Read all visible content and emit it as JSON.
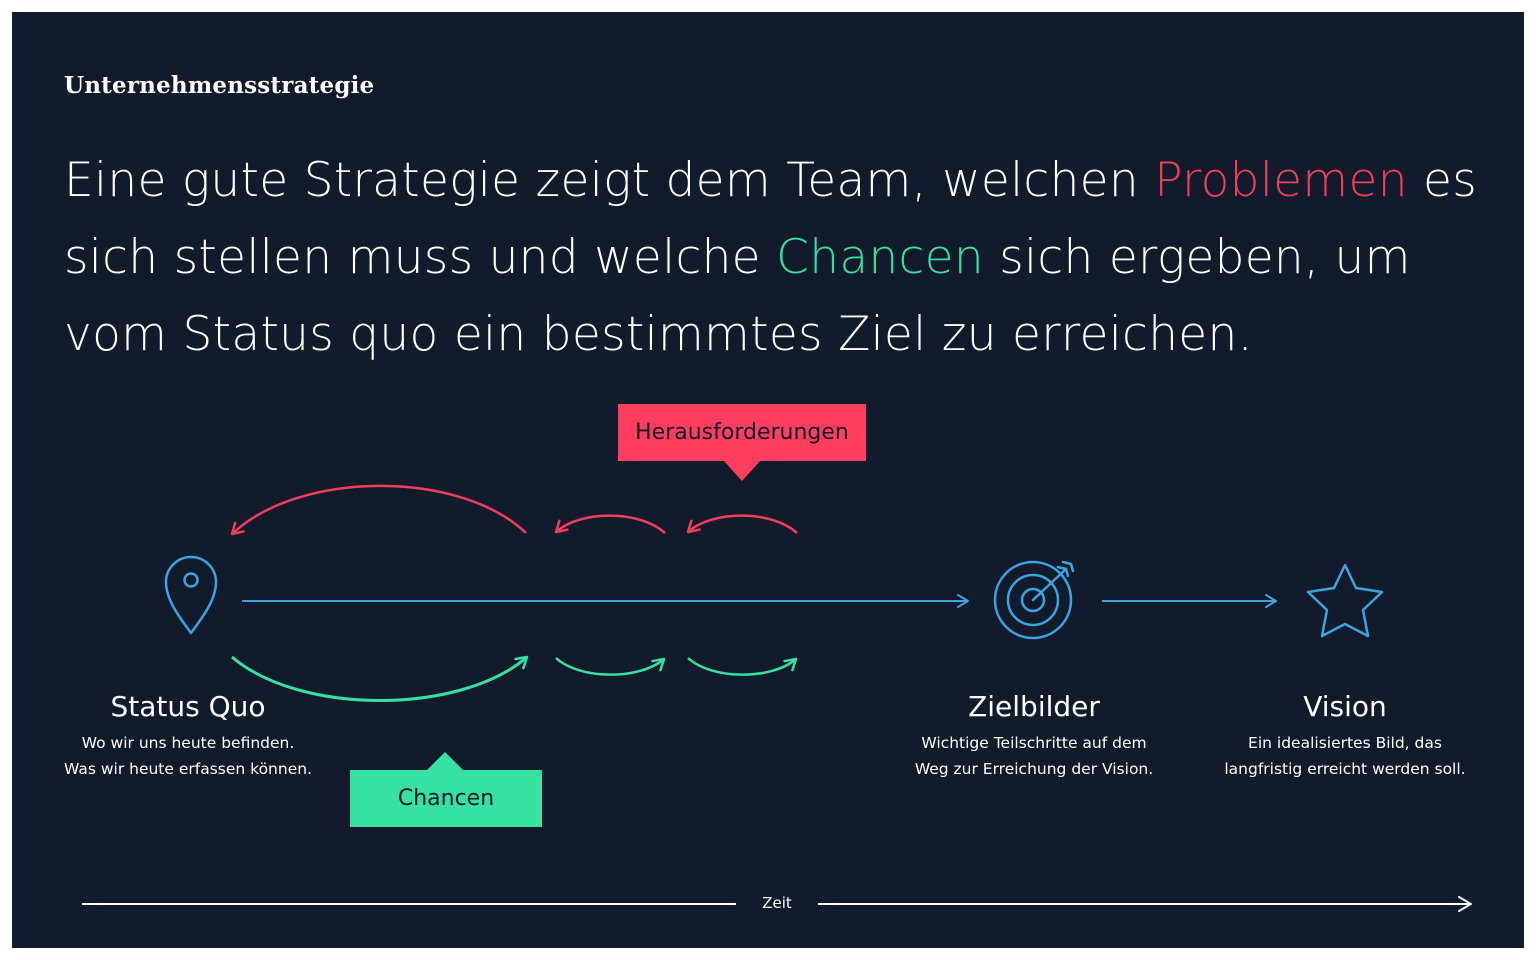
{
  "eyebrow": "Unternehmensstrategie",
  "headline": {
    "part1": "Eine gute Strategie zeigt dem Team, welchen ",
    "highlight1": "Problemen",
    "part2": " es sich stellen muss und welche ",
    "highlight2": "Chancen",
    "part3": " sich ergeben, um vom Status quo ein bestimmtes Ziel zu erreichen."
  },
  "callouts": {
    "challenges": "Herausforderungen",
    "opportunities": "Chancen"
  },
  "nodes": {
    "status_quo": {
      "title": "Status Quo",
      "line1": "Wo wir uns heute befinden.",
      "line2": "Was wir heute erfassen können.",
      "icon": "map-pin-icon"
    },
    "targets": {
      "title": "Zielbilder",
      "line1": "Wichtige Teilschritte auf dem",
      "line2": "Weg zur Erreichung der Vision.",
      "icon": "target-icon"
    },
    "vision": {
      "title": "Vision",
      "line1": "Ein idealisiertes Bild, das",
      "line2": "langfristig erreicht werden soll.",
      "icon": "star-icon"
    }
  },
  "timeline": {
    "label": "Zeit"
  },
  "colors": {
    "background": "#111b2b",
    "challenge": "#ef3e5c",
    "opportunity": "#35e0a1",
    "path": "#3ba3e0",
    "text": "#ffffff"
  }
}
